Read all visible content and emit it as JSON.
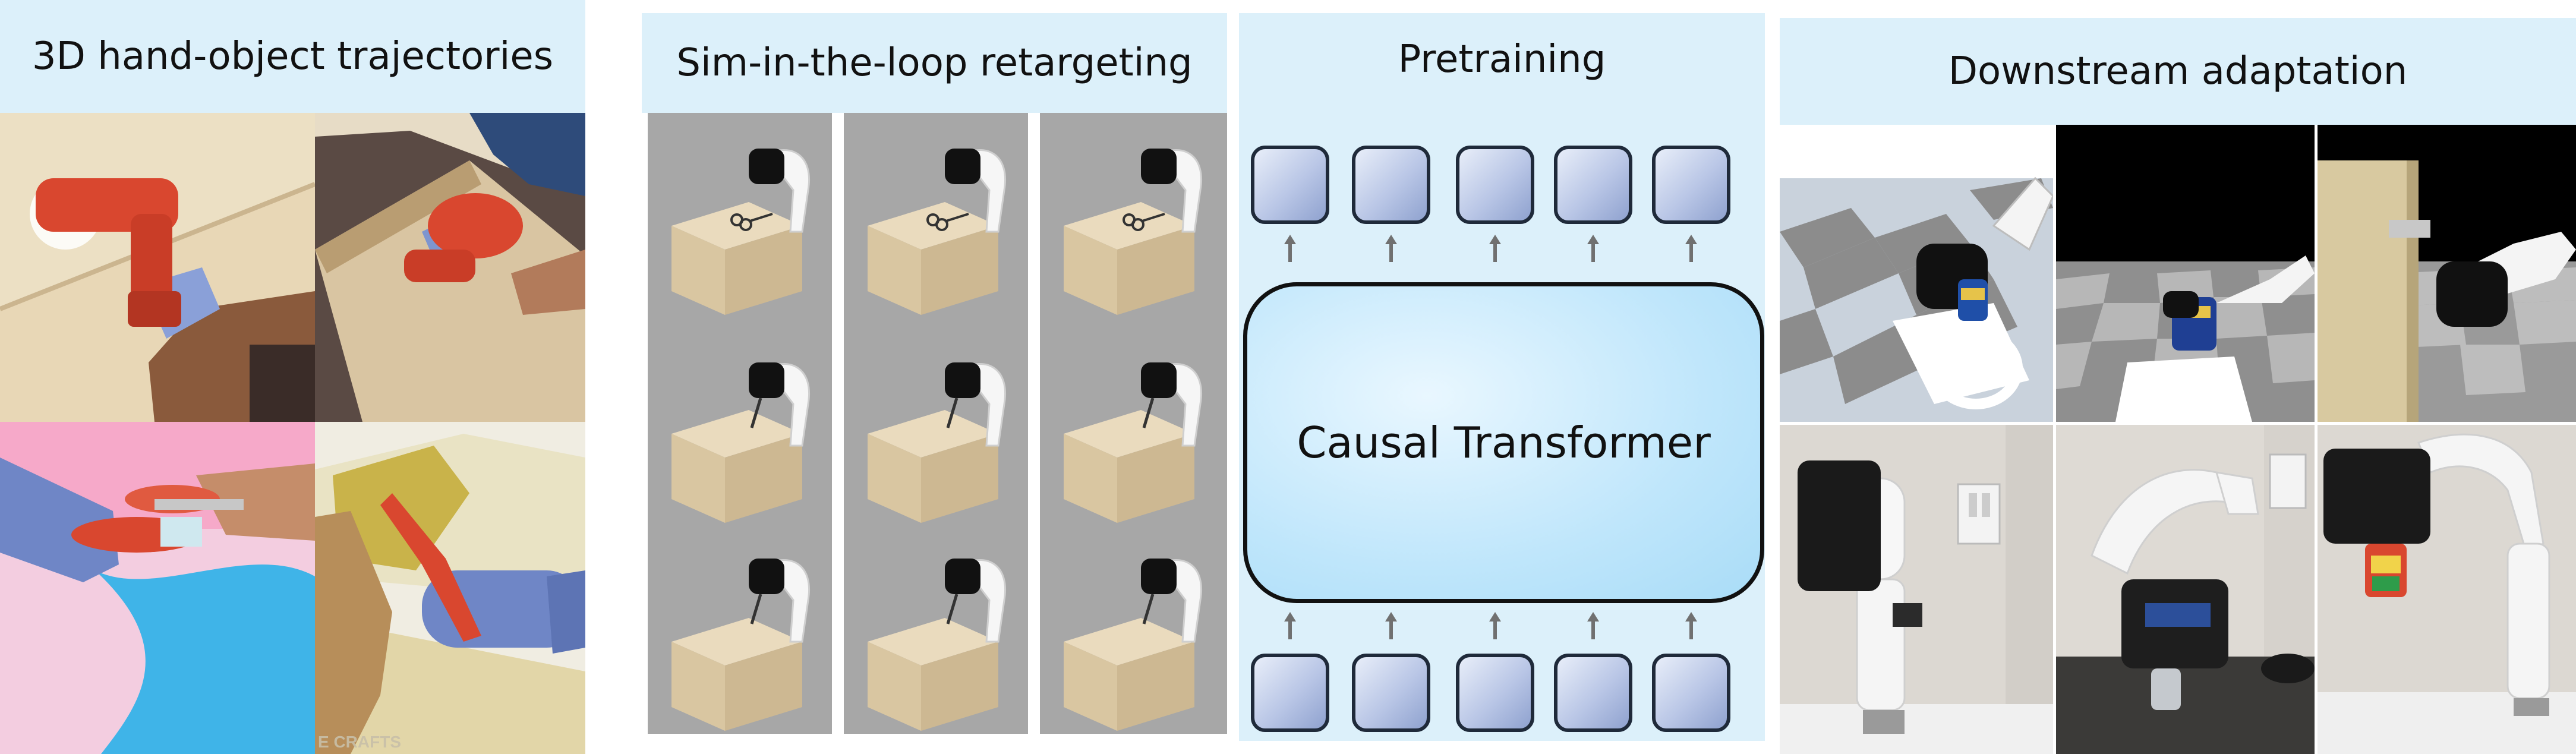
{
  "panels": {
    "trajectories": {
      "title": "3D hand-object trajectories",
      "watermark": "E CRAFTS"
    },
    "retargeting": {
      "title": "Sim-in-the-loop retargeting"
    },
    "pretraining": {
      "title": "Pretraining",
      "model_label": "Causal Transformer"
    },
    "adaptation": {
      "title": "Downstream adaptation"
    }
  },
  "colors": {
    "header_bg": "#dcf0fa",
    "token_border": "#1f2a3a",
    "transformer_fill": "#bfe6fb",
    "arrow": "#707070",
    "hand_mesh": "#6f86c6",
    "tool_red": "#d9472f"
  }
}
